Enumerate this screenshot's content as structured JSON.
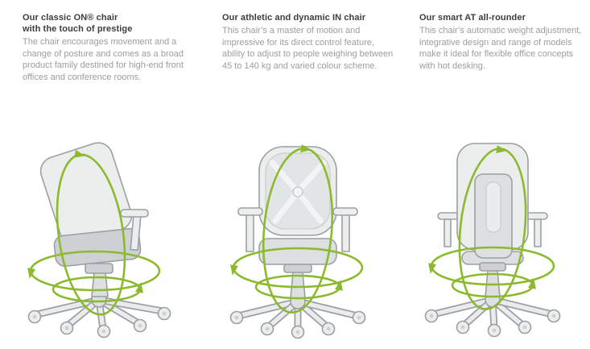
{
  "page": {
    "background": "#ffffff"
  },
  "colors": {
    "accent_green": "#8cba2f",
    "chair_outline": "#9aa0a3",
    "heading_text": "#3d3d3b",
    "body_text": "#9d9d9c"
  },
  "columns": [
    {
      "id": "on-chair",
      "title_line1": "Our classic ON® chair",
      "title_line2": "with the touch of prestige",
      "body": "The chair encourages movement and a change of posture and comes as a broad product family destined for high-end front offices and conference rooms.",
      "illustration": "office chair in three-quarter view with green rotation arrows"
    },
    {
      "id": "in-chair",
      "title_line1": "Our athletic and dynamic IN chair",
      "body": "This chair’s a master of motion and impressive for its direct control feature, ability to adjust to people weighing between 45 to 140 kg and varied colour scheme.",
      "illustration": "mesh-back office chair front view with green rotation arrows"
    },
    {
      "id": "at-chair",
      "title_line1": "Our smart AT all-rounder",
      "body": "This chair’s automatic weight adjustment, integrative design and range of models make it ideal for flexible office concepts with hot desking.",
      "illustration": "office chair rear view with green rotation arrows"
    }
  ]
}
